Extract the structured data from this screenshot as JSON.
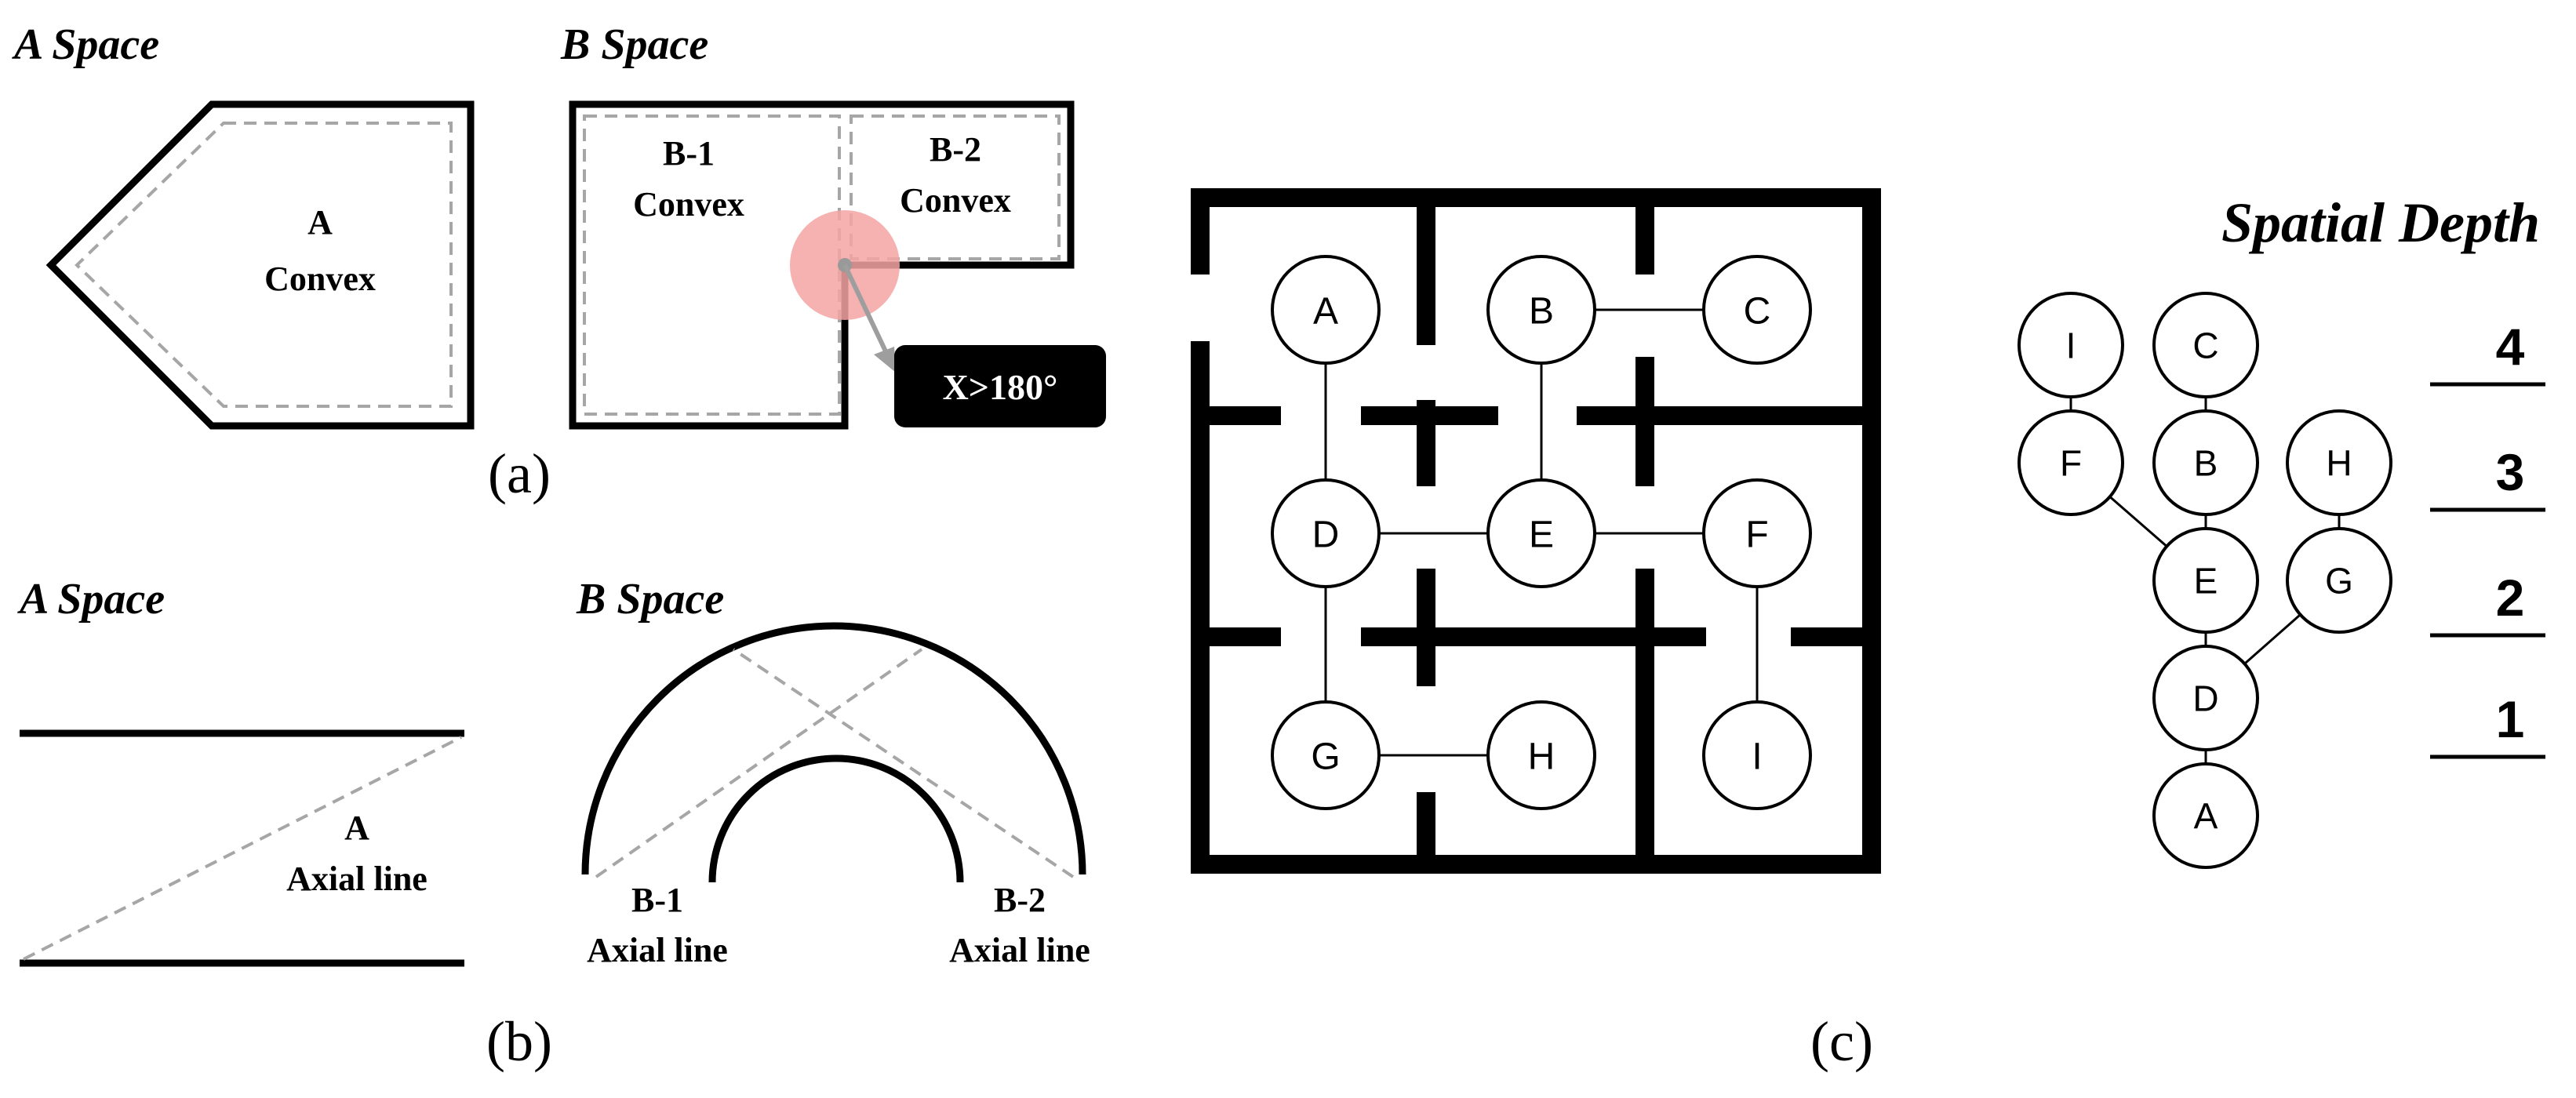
{
  "panel_a": {
    "a_space_title": "A Space",
    "b_space_title": "B Space",
    "a_convex_line1": "A",
    "a_convex_line2": "Convex",
    "b1_line1": "B-1",
    "b1_line2": "Convex",
    "b2_line1": "B-2",
    "b2_line2": "Convex",
    "angle_label": "X>180°",
    "caption": "(a)"
  },
  "panel_b": {
    "a_space_title": "A Space",
    "b_space_title": "B Space",
    "a_axial_line1": "A",
    "a_axial_line2": "Axial line",
    "b1_line1": "B-1",
    "b1_line2": "Axial line",
    "b2_line1": "B-2",
    "b2_line2": "Axial line",
    "caption": "(b)"
  },
  "panel_c": {
    "plan_nodes": [
      "A",
      "B",
      "C",
      "D",
      "E",
      "F",
      "G",
      "H",
      "I"
    ],
    "plan_links": [
      [
        "A",
        "D"
      ],
      [
        "B",
        "C"
      ],
      [
        "B",
        "E"
      ],
      [
        "D",
        "E"
      ],
      [
        "E",
        "F"
      ],
      [
        "D",
        "G"
      ],
      [
        "G",
        "H"
      ],
      [
        "F",
        "I"
      ]
    ],
    "graph_title": "Spatial Depth",
    "graph_nodes": [
      "I",
      "C",
      "F",
      "B",
      "H",
      "E",
      "G",
      "D",
      "A"
    ],
    "graph_links": [
      [
        "I",
        "F"
      ],
      [
        "C",
        "B"
      ],
      [
        "F",
        "E"
      ],
      [
        "B",
        "E"
      ],
      [
        "H",
        "G"
      ],
      [
        "E",
        "D"
      ],
      [
        "G",
        "D"
      ],
      [
        "D",
        "A"
      ]
    ],
    "depth_levels": [
      "4",
      "3",
      "2",
      "1"
    ],
    "caption": "(c)"
  },
  "colors": {
    "ink": "#000000",
    "dashed": "#a6a6a6",
    "highlight": "#f4a3a3",
    "label_box": "#000000",
    "label_text": "#ffffff"
  }
}
